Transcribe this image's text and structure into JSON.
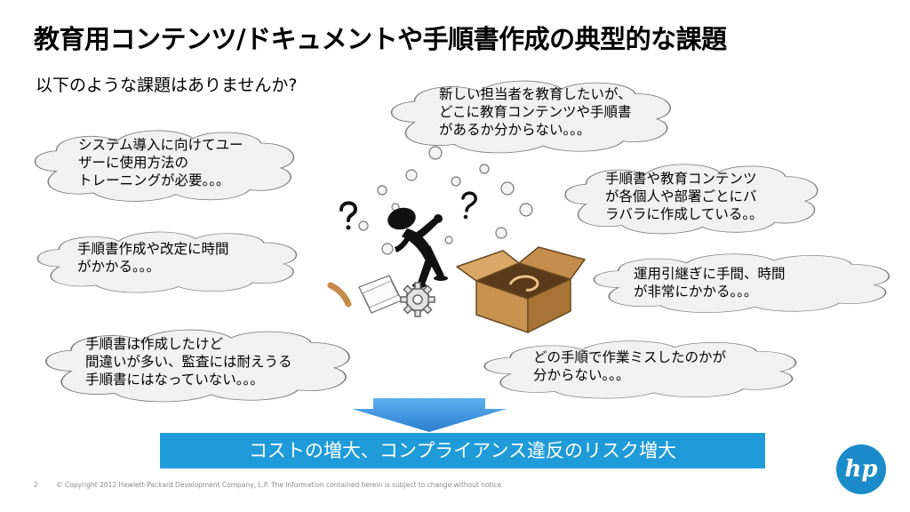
{
  "title": "教育用コンテンツ/ドキュメントや手順書作成の典型的な課題",
  "subtitle": "以下のような課題はありませんか?",
  "clouds": [
    {
      "lines": [
        "新しい担当者を教育したいが、",
        "どこに教育コンテンツや手順書",
        "があるか分からない。。。"
      ]
    },
    {
      "lines": [
        "システム導入に向けてユー",
        "ザーに使用方法の",
        "トレーニングが必要。。。"
      ]
    },
    {
      "lines": [
        "手順書や教育コンテンツ",
        "が各個人や部署ごとにバ",
        "ラバラに作成している。。"
      ]
    },
    {
      "lines": [
        "手順書作成や改定に時間",
        "がかかる。。。"
      ]
    },
    {
      "lines": [
        "運用引継ぎに手間、時間",
        "が非常にかかる。。。"
      ]
    },
    {
      "lines": [
        "手順書は作成したけど",
        "間違いが多い、監査には耐えうる",
        "手順書にはなっていない。。。"
      ]
    },
    {
      "lines": [
        "どの手順で作業ミスしたのかが",
        "分からない。。。"
      ]
    }
  ],
  "banner": "コストの増大、コンプライアンス違反のリスク増大",
  "footer": {
    "page": "2",
    "copyright": "© Copyright 2012 Hewlett-Packard Development Company, L.P.  The information contained herein is subject to change without notice."
  },
  "logo": {
    "text": "hp"
  },
  "colors": {
    "banner": "#1e9bd8",
    "arrow": "#2e8fd6",
    "cloud_fill": "#f1f1f1",
    "cloud_stroke": "#7a7a7a",
    "logo": "#1b8cc9"
  },
  "icons": [
    "cloud-bubble",
    "confused-person-icon",
    "question-mark-icon",
    "gear-icon",
    "open-box-icon",
    "paper-sheet-icon",
    "down-arrow-icon"
  ]
}
